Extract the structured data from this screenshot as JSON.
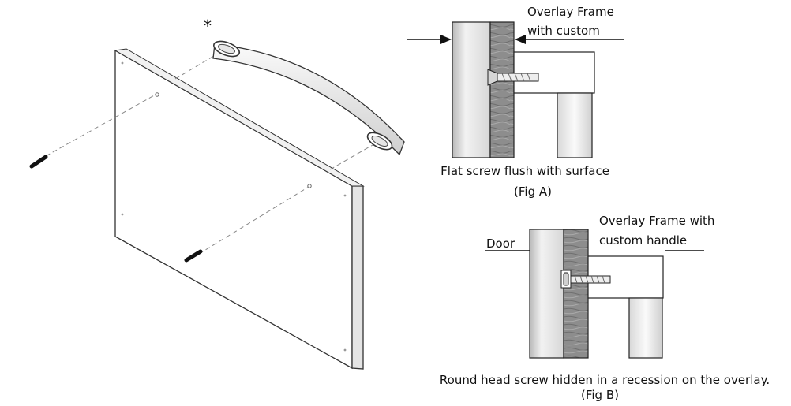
{
  "handle_marker": "*",
  "fig_a": {
    "label_line1": "Overlay Frame",
    "label_line2": "with custom",
    "caption": "Flat screw flush with surface",
    "fig_label": "(Fig A)"
  },
  "fig_b": {
    "door_label": "Door",
    "label_line1": "Overlay Frame with",
    "label_line2": "custom handle",
    "caption": "Round head screw hidden in a recession on the overlay.",
    "fig_label": "(Fig B)"
  }
}
